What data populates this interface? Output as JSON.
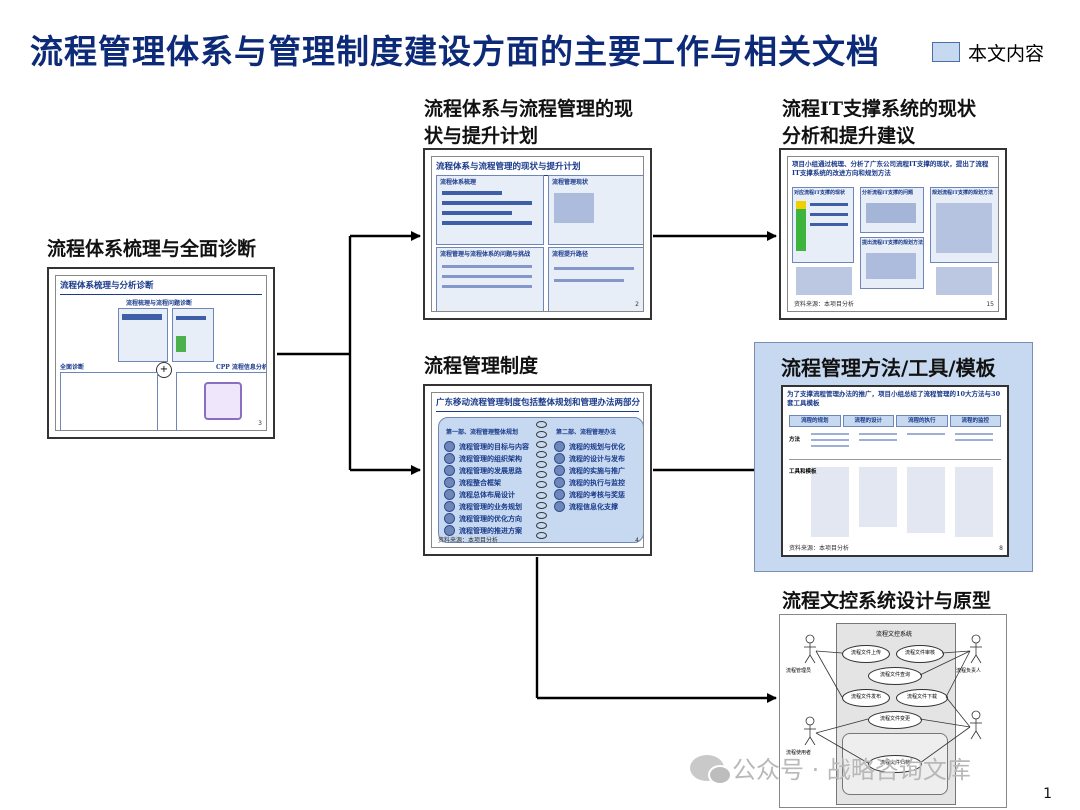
{
  "page": {
    "title": "流程管理体系与管理制度建设方面的主要工作与相关文档",
    "legend_label": "本文内容",
    "page_number": "1",
    "watermark": "公众号 · 战略咨询文库",
    "colors": {
      "title": "#0d2a78",
      "highlight": "#c6d9f1",
      "arrow": "#000000"
    }
  },
  "docs": {
    "diagnosis": {
      "label": "流程体系梳理与全面诊断",
      "thumb_title": "流程体系梳理与分析诊断",
      "sub1": "流程梳理与流程问题诊断",
      "sub2": "全面诊断",
      "sub3": "CPP 流程信息分析",
      "page": "3"
    },
    "status_plan": {
      "label": "流程体系与流程管理的现状与提升计划",
      "thumb_title": "流程体系与流程管理的现状与提升计划",
      "quad": [
        "流程体系梳理",
        "流程管理现状",
        "流程管理与流程体系的问题与挑战",
        "流程提升路径"
      ],
      "page": "2"
    },
    "it_support": {
      "label": "流程IT支撑系统的现状分析和提升建议",
      "thumb_title": "项目小组通过梳理、分析了广东公司流程IT支撑的现状，提出了流程IT支撑系统的改进方向和规划方法",
      "boxes": [
        "对应流程IT支撑的现状",
        "分析流程IT支撑的问题",
        "规划流程IT支撑的规划方法",
        "提出流程IT支撑的规划方法"
      ],
      "footer": "资料来源：本项目分析",
      "page": "15"
    },
    "regulations": {
      "label": "流程管理制度",
      "thumb_title": "广东移动流程管理制度包括整体规划和管理办法两部分",
      "col1_title": "第一部、流程管理整体规划",
      "col1_items": [
        "流程管理的目标与内容",
        "流程管理的组织架构",
        "流程管理的发展思路",
        "流程整合框架",
        "流程总体布局设计",
        "流程管理的业务规划",
        "流程管理的优化方向",
        "流程管理的推进方案"
      ],
      "col2_title": "第二部、流程管理办法",
      "col2_items": [
        "流程的规划与优化",
        "流程的设计与发布",
        "流程的实施与推广",
        "流程的执行与监控",
        "流程的考核与奖惩",
        "流程信息化支撑"
      ],
      "footer": "资料来源：本项目分析",
      "page": "4"
    },
    "methods": {
      "label": "流程管理方法/工具/模板",
      "thumb_title": "为了支撑流程管理办法的推广，项目小组总结了流程管理的10大方法与30套工具模板",
      "stages": [
        "流程的规划",
        "流程的设计",
        "流程的执行",
        "流程的监控"
      ],
      "row1_label": "方法",
      "row2_label": "工具和模板",
      "footer": "资料来源：本项目分析",
      "page": "8"
    },
    "doc_control": {
      "label": "流程文控系统设计与原型",
      "center_title": "流程文控系统",
      "ovals": [
        "流程文件上传",
        "流程文件审核",
        "流程文件查询",
        "流程文件发布",
        "流程文件下载",
        "流程文件变更",
        "流程文件归档"
      ],
      "actors": [
        "流程管理员",
        "流程负责人",
        "流程使用者"
      ]
    }
  }
}
